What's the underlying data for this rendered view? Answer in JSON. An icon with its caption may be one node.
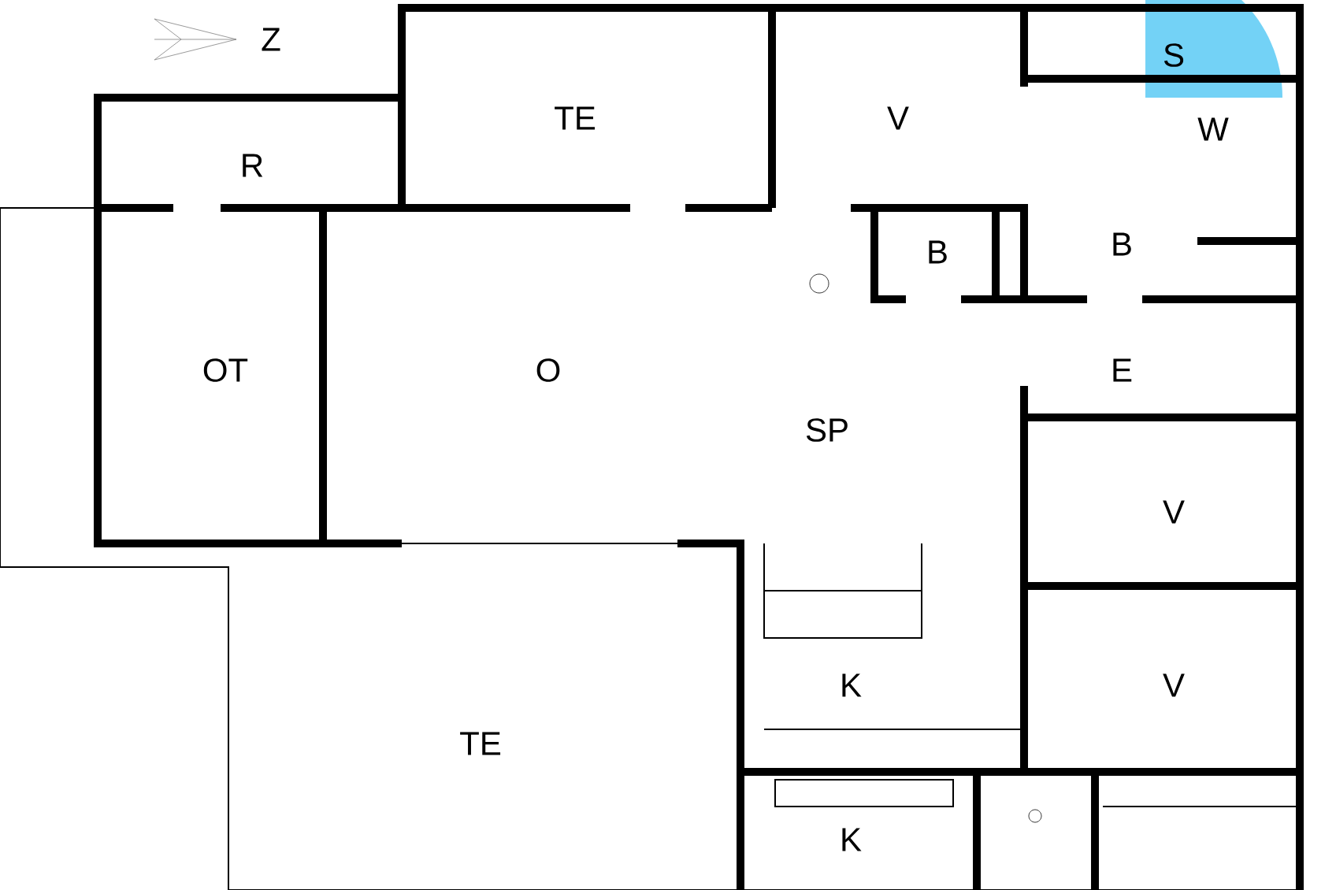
{
  "diagram": {
    "labels": [
      "Z",
      "R",
      "TE",
      "V",
      "S",
      "W",
      "B",
      "B",
      "OT",
      "O",
      "E",
      "SP",
      "V",
      "K",
      "V",
      "TE",
      "K"
    ]
  }
}
